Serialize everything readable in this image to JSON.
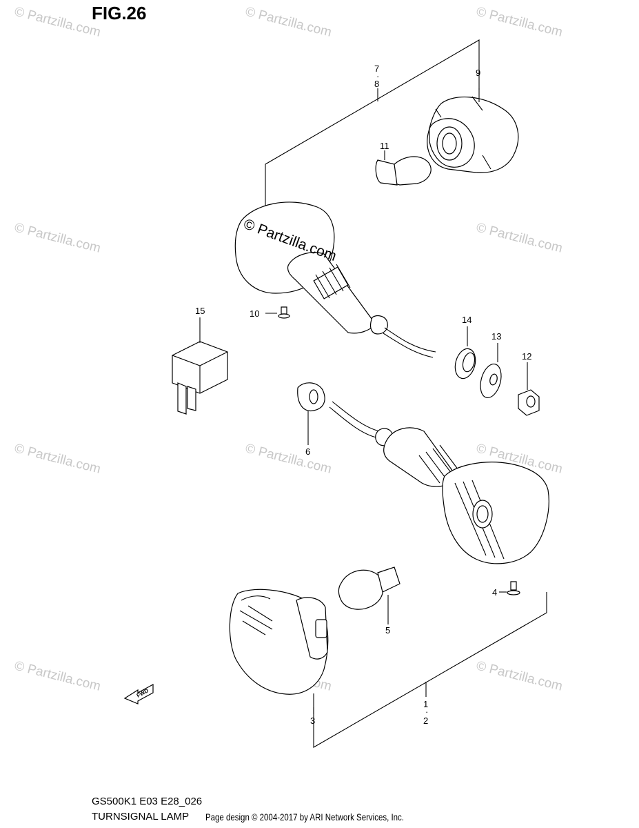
{
  "figure": {
    "title": "FIG.26",
    "model_code": "GS500K1 E03 E28_026",
    "section_name": "TURNSIGNAL LAMP",
    "copyright": "Page design © 2004-2017 by ARI Network Services, Inc."
  },
  "watermark": {
    "text": "© Partzilla.com",
    "center_text": "© Partzilla.com"
  },
  "callouts": {
    "c1": "1",
    "c2": "2",
    "c3": "3",
    "c4": "4",
    "c5": "5",
    "c6": "6",
    "c7": "7",
    "c8": "8",
    "c9": "9",
    "c10": "10",
    "c11": "11",
    "c12": "12",
    "c13": "13",
    "c14": "14",
    "c15": "15",
    "dot": "·"
  },
  "badges": {
    "fwd": "FWD"
  }
}
